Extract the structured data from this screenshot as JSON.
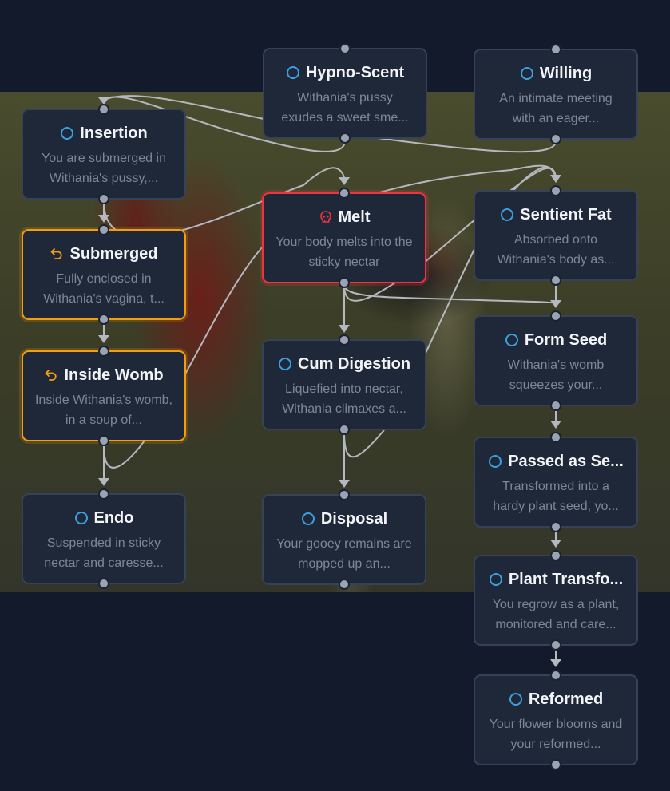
{
  "canvas": {
    "colors": {
      "page_background": "#121a2c",
      "node_background": "#1f2838",
      "node_border": "#354257",
      "loop_border": "#f59e0b",
      "death_border": "#ef3340",
      "state_icon": "#3b9fe0",
      "edge": "#b5b8bf"
    }
  },
  "nodes": [
    {
      "id": "insertion",
      "title": "Insertion",
      "icon": "circle-icon",
      "type": "normal",
      "desc": "You are submerged in Withania's pussy,..."
    },
    {
      "id": "hypno-scent",
      "title": "Hypno-Scent",
      "icon": "circle-icon",
      "type": "normal",
      "desc": "Withania's pussy exudes a sweet sme..."
    },
    {
      "id": "willing",
      "title": "Willing",
      "icon": "circle-icon",
      "type": "normal",
      "desc": "An intimate meeting with an eager..."
    },
    {
      "id": "melt",
      "title": "Melt",
      "icon": "skull-icon",
      "type": "death",
      "desc": "Your body melts into the sticky nectar"
    },
    {
      "id": "sentient-fat",
      "title": "Sentient Fat",
      "icon": "circle-icon",
      "type": "normal",
      "desc": "Absorbed onto Withania's body as..."
    },
    {
      "id": "submerged",
      "title": "Submerged",
      "icon": "loop-arrow-icon",
      "type": "loop",
      "desc": "Fully enclosed in Withania's vagina, t..."
    },
    {
      "id": "inside-womb",
      "title": "Inside Womb",
      "icon": "loop-arrow-icon",
      "type": "loop",
      "desc": "Inside Withania's womb, in a soup of..."
    },
    {
      "id": "cum-digestion",
      "title": "Cum Digestion",
      "icon": "circle-icon",
      "type": "normal",
      "desc": "Liquefied into nectar, Withania climaxes a..."
    },
    {
      "id": "form-seed",
      "title": "Form Seed",
      "icon": "circle-icon",
      "type": "normal",
      "desc": "Withania's womb squeezes your..."
    },
    {
      "id": "endo",
      "title": "Endo",
      "icon": "circle-icon",
      "type": "normal",
      "desc": "Suspended in sticky nectar and caresse..."
    },
    {
      "id": "disposal",
      "title": "Disposal",
      "icon": "circle-icon",
      "type": "normal",
      "desc": "Your gooey remains are mopped up an..."
    },
    {
      "id": "passed-as-seed",
      "title": "Passed as Se...",
      "icon": "circle-icon",
      "type": "normal",
      "desc": "Transformed into a hardy plant seed, yo..."
    },
    {
      "id": "plant-transformation",
      "title": "Plant Transfo...",
      "icon": "circle-icon",
      "type": "normal",
      "desc": "You regrow as a plant, monitored and care..."
    },
    {
      "id": "reformed",
      "title": "Reformed",
      "icon": "circle-icon",
      "type": "normal",
      "desc": "Your flower blooms and your reformed..."
    }
  ],
  "edges": [
    {
      "from": "hypno-scent",
      "to": "insertion"
    },
    {
      "from": "willing",
      "to": "insertion"
    },
    {
      "from": "insertion",
      "to": "melt"
    },
    {
      "from": "insertion",
      "to": "submerged"
    },
    {
      "from": "submerged",
      "to": "inside-womb"
    },
    {
      "from": "inside-womb",
      "to": "endo"
    },
    {
      "from": "inside-womb",
      "to": "sentient-fat"
    },
    {
      "from": "melt",
      "to": "cum-digestion"
    },
    {
      "from": "melt",
      "to": "form-seed"
    },
    {
      "from": "melt",
      "to": "sentient-fat"
    },
    {
      "from": "cum-digestion",
      "to": "disposal"
    },
    {
      "from": "cum-digestion",
      "to": "sentient-fat"
    },
    {
      "from": "sentient-fat",
      "to": "form-seed"
    },
    {
      "from": "form-seed",
      "to": "passed-as-seed"
    },
    {
      "from": "passed-as-seed",
      "to": "plant-transformation"
    },
    {
      "from": "plant-transformation",
      "to": "reformed"
    }
  ]
}
